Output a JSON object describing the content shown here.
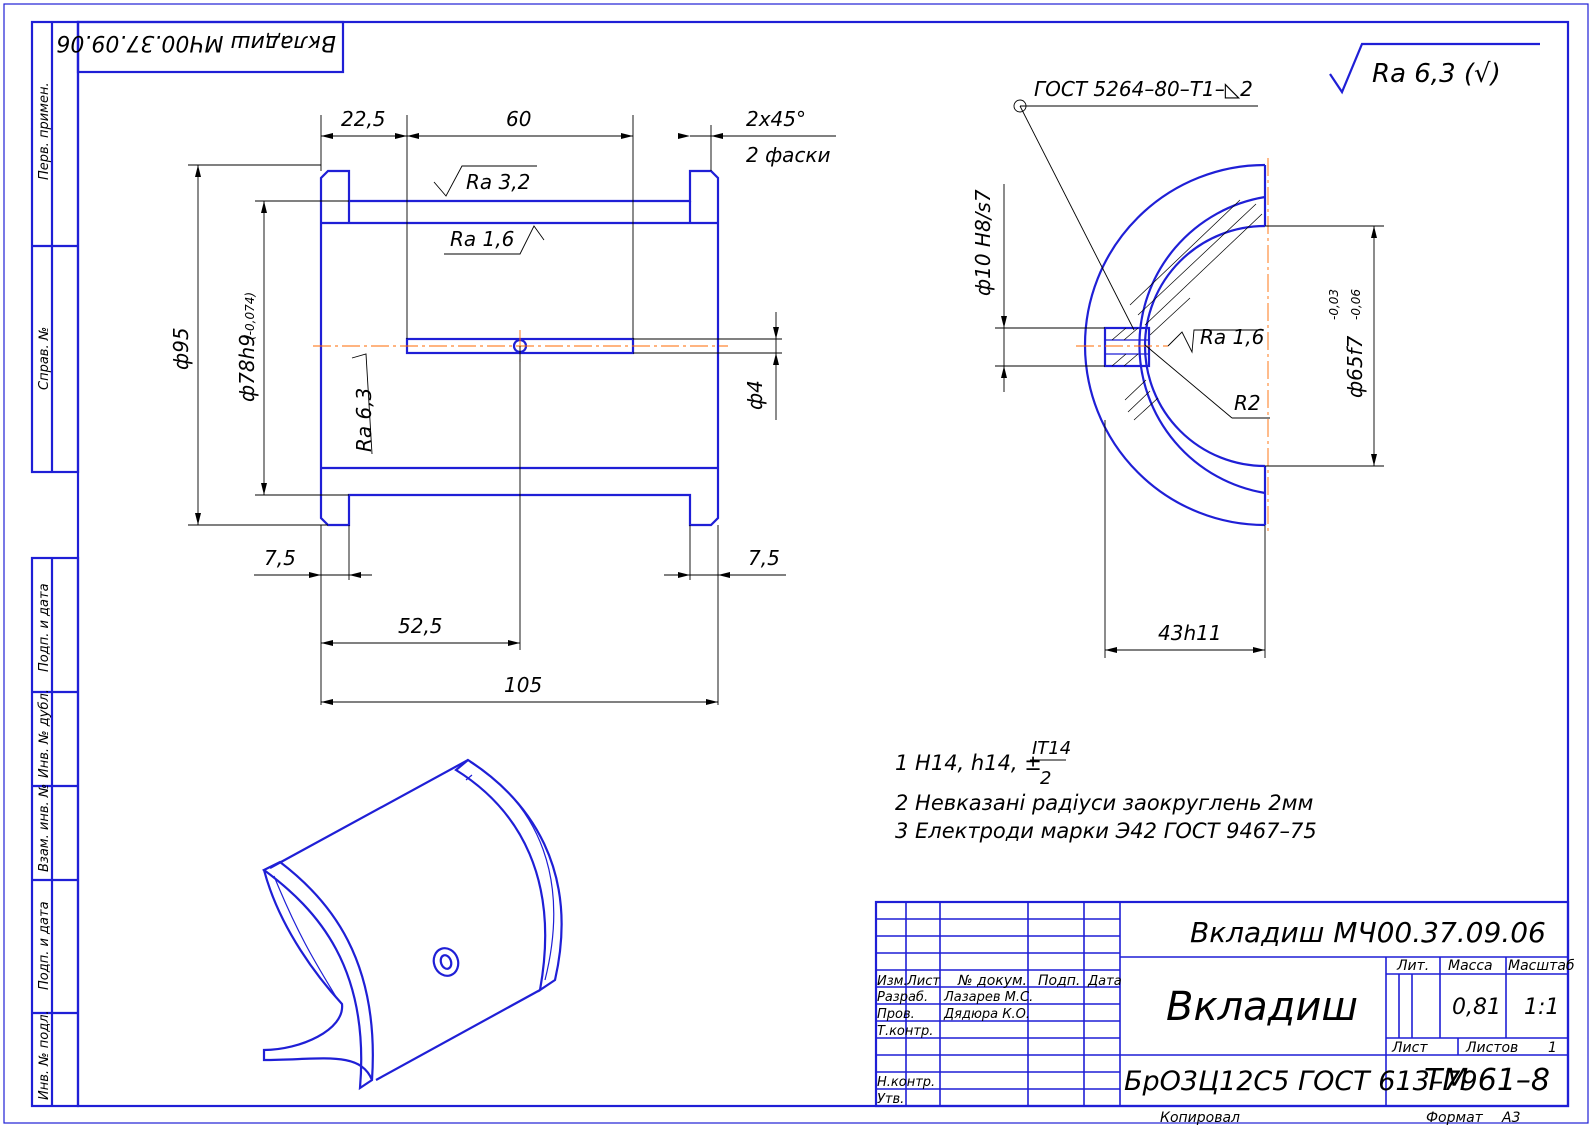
{
  "drawing": {
    "mirrored_stamp": "Вкладиш МЧ00.37.09.06",
    "roughness_general": "Ra 6,3 (√)",
    "weld_note": "ГОСТ 5264–80–Т1–◺2"
  },
  "side_strips": [
    "Перв. примен.",
    "Справ. №",
    "Подп. и дата",
    "Инв. № дубл.",
    "Взам. инв. №",
    "Подп. и дата",
    "Инв. № подл."
  ],
  "dimensions": {
    "d_225": "22,5",
    "d_60": "60",
    "chamfer_1": "2x45°",
    "chamfer_2": "2 фаски",
    "ra_32": "Ra 3,2",
    "ra_16": "Ra 1,6",
    "ra_63": "Ra 6,3",
    "d_95": "ф95",
    "d_78": "ф78h9",
    "d_78_tol": "(-0,074)",
    "d_4": "ф4",
    "d_75_left": "7,5",
    "d_75_right": "7,5",
    "d_525": "52,5",
    "d_105": "105",
    "d_10": "ф10 H8/s7",
    "ra_16_right": "Ra 1,6",
    "r2": "R2",
    "d_65": "ф65f7",
    "d_65_tol_top": "-0,03",
    "d_65_tol_bot": "-0,06",
    "d_43": "43h11"
  },
  "notes": [
    "1 H14, h14, ±",
    "2 Невказані радіуси заокруглень 2мм",
    "3 Електроди марки Э42 ГОСТ 9467–75"
  ],
  "notes_fraction": {
    "num": "IT14",
    "den": "2"
  },
  "title_block": {
    "designation": "Вкладиш МЧ00.37.09.06",
    "name": "Вкладиш",
    "material": "БрО3Ц12С5 ГОСТ 613–79",
    "org": "ТМ 61–8",
    "headers": {
      "izm": "Изм.",
      "list": "Лист",
      "doc": "№ докум.",
      "podp": "Подп.",
      "data": "Дата"
    },
    "rows": [
      {
        "role": "Разраб.",
        "name": "Лазарев М.С."
      },
      {
        "role": "Пров.",
        "name": "Дядюра К.О."
      },
      {
        "role": "Т.контр.",
        "name": ""
      },
      {
        "role": "Н.контр.",
        "name": ""
      },
      {
        "role": "Утв.",
        "name": ""
      }
    ],
    "lit_label": "Лит.",
    "mass_label": "Масса",
    "scale_label": "Масштаб",
    "mass": "0,81",
    "scale": "1:1",
    "sheet_label": "Лист",
    "sheets_label": "Листов",
    "sheets": "1",
    "copied": "Копировал",
    "format_label": "Формат",
    "format": "А3"
  }
}
